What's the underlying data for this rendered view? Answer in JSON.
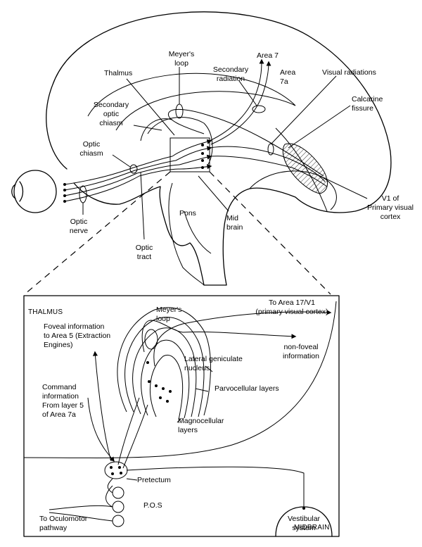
{
  "top": {
    "labels": {
      "meyers_loop": [
        "Meyer's",
        "loop"
      ],
      "area7": "Area 7",
      "area7a": [
        "Area",
        "7a"
      ],
      "visual_radiations": "Visual radiations",
      "thalmus": "Thalmus",
      "secondary_radiation": [
        "Secondary",
        "radiation"
      ],
      "calcarine_fissure": [
        "Calcarine",
        "fissure"
      ],
      "secondary_optic_chiasm": [
        "Secondary",
        "optic",
        "chiasm"
      ],
      "optic_chiasm": [
        "Optic",
        "chiasm"
      ],
      "v1": [
        "V1 of",
        "Primary visual",
        "cortex"
      ],
      "pons": "Pons",
      "mid_brain": [
        "Mid",
        "brain"
      ],
      "optic_nerve": [
        "Optic",
        "nerve"
      ],
      "optic_tract": [
        "Optic",
        "tract"
      ]
    }
  },
  "inset": {
    "corner_thalmus": "THALMUS",
    "corner_midbrain": "MIDBRAIN",
    "labels": {
      "to_area17": [
        "To Area 17/V1",
        "(primary visual cortex)"
      ],
      "meyers_loop": [
        "Meyer's",
        "loop"
      ],
      "foveal_info": [
        "Foveal information",
        "to Area 5 (Extraction",
        "Engines)"
      ],
      "non_foveal": [
        "non-foveal",
        "information"
      ],
      "lgn": [
        "Lateral geniculate",
        "nucleus"
      ],
      "command_info": [
        "Command",
        "information",
        "From layer 5",
        "of Area 7a"
      ],
      "parvocellular": "Parvocellular layers",
      "magnocellular": [
        "Magnocellular",
        "layers"
      ],
      "pretectum": "Pretectum",
      "pos": "P.O.S",
      "oculomotor": [
        "To Oculomotor",
        "pathway"
      ],
      "vestibular": [
        "Vestibular",
        "system"
      ]
    }
  }
}
